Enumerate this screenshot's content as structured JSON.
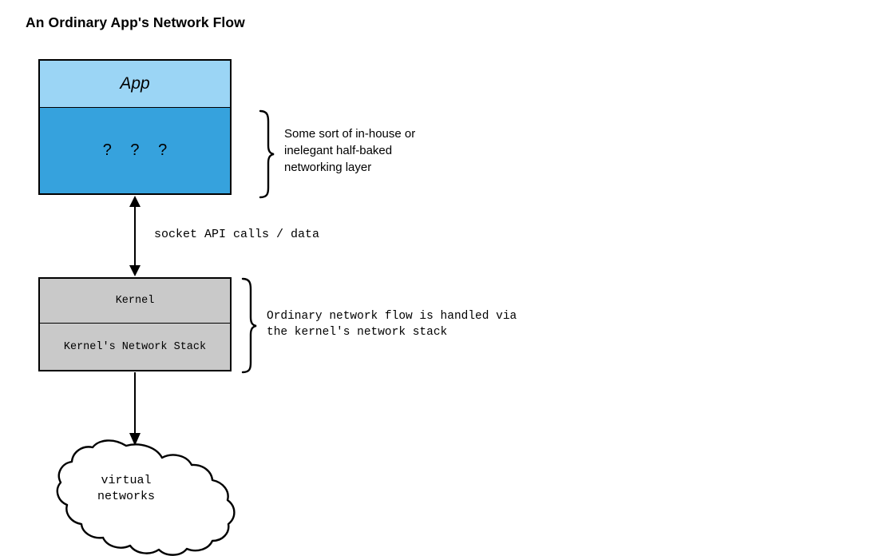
{
  "title": "An Ordinary App's Network Flow",
  "colors": {
    "app_fill": "#9BD5F5",
    "networking_layer_fill": "#36A2DD",
    "kernel_fill": "#C9C9C9",
    "cloud_fill": "#FFFFFF",
    "stroke": "#000000",
    "background": "#FFFFFF"
  },
  "nodes": {
    "app": {
      "label": "App"
    },
    "networking_layer": {
      "label": "?  ?  ?"
    },
    "kernel": {
      "label": "Kernel"
    },
    "kernel_network_stack": {
      "label": "Kernel's Network Stack"
    },
    "cloud": {
      "label": "virtual\nnetworks"
    }
  },
  "annotations": {
    "app_brace_note": "Some sort of in-house or\ninelegant half-baked\nnetworking layer",
    "kernel_brace_note": "Ordinary network flow is handled via\nthe kernel's network stack"
  },
  "edges": {
    "socket_api": {
      "label": "socket API calls / data",
      "style": "double-headed-arrow"
    },
    "kernel_to_cloud": {
      "label": "",
      "style": "single-headed-arrow"
    }
  }
}
